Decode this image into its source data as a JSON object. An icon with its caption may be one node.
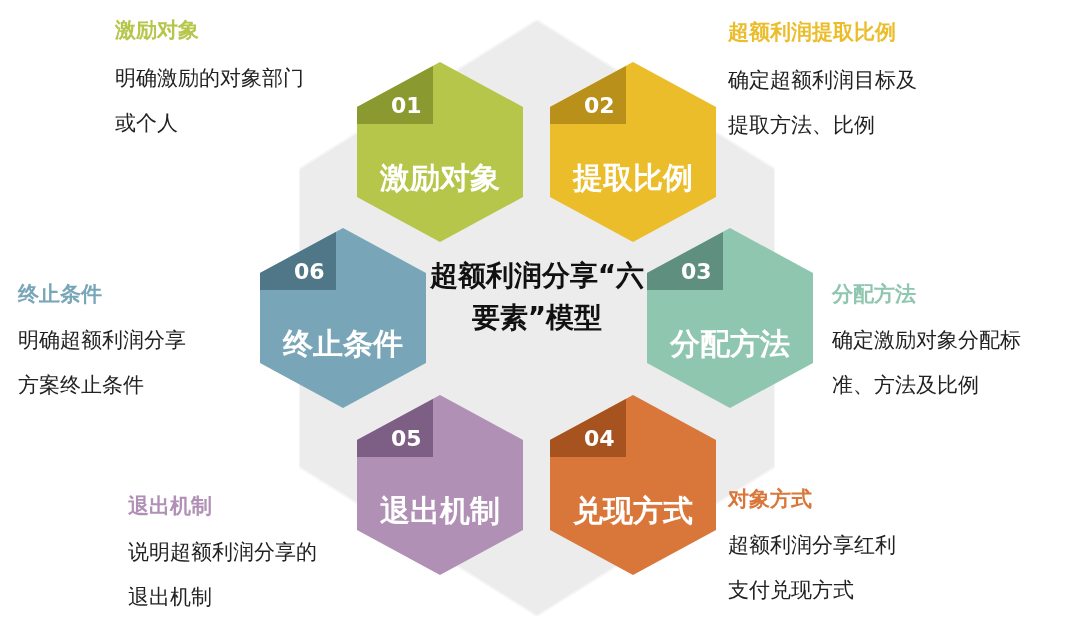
{
  "diagram": {
    "nodes": [
      {
        "text": [
          "超额利润分享“六要素”模型"
        ]
      },
      {
        "text": [
          "01",
          "激励对象"
        ],
        "beside": [
          "激励对象",
          "明确激励的对象部门或个人"
        ]
      },
      {
        "text": [
          "02",
          "提取比例"
        ],
        "beside": [
          "超额利润提取比例",
          "确定超额利润目标及提取方法、比例"
        ]
      },
      {
        "text": [
          "03",
          "分配方法"
        ],
        "beside": [
          "分配方法",
          "确定激励对象分配标准、方法及比例"
        ]
      },
      {
        "text": [
          "04",
          "兑现方式"
        ],
        "beside": [
          "对象方式",
          "超额利润分享红利支付兑现方式"
        ]
      },
      {
        "text": [
          "05",
          "退出机制"
        ],
        "beside": [
          "退出机制",
          "说明超额利润分享的退出机制"
        ]
      },
      {
        "text": [
          "06",
          "终止条件"
        ],
        "beside": [
          "终止条件",
          "明确超额利润分享方案终止条件"
        ]
      }
    ],
    "edges": []
  }
}
